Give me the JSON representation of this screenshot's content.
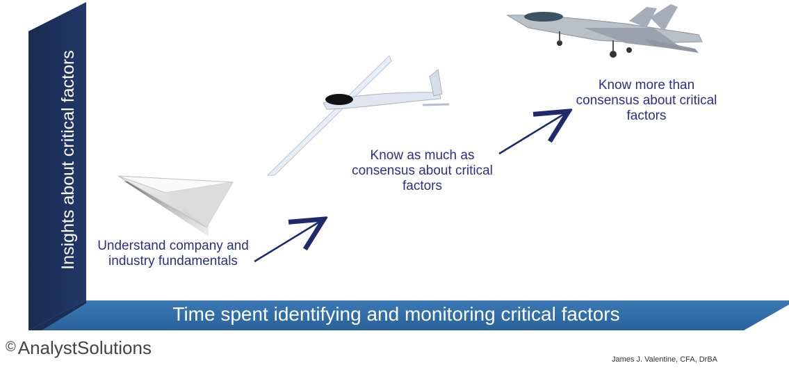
{
  "axes": {
    "y_label": "Insights about critical factors",
    "x_label": "Time spent identifying and monitoring critical factors"
  },
  "stages": [
    {
      "text": "Understand company and industry fundamentals",
      "image": "paper-airplane"
    },
    {
      "text": "Know as much as consensus about critical factors",
      "image": "glider"
    },
    {
      "text": "Know more than consensus about critical factors",
      "image": "fighter-jet"
    }
  ],
  "branding": {
    "copyright": "©",
    "logo_text": "AnalystSolutions"
  },
  "author": "James J. Valentine, CFA, DrBA",
  "colors": {
    "bar_dark": "#1c2e55",
    "bar_blue": "#2f6fa8",
    "label_text": "#2b2f86"
  }
}
